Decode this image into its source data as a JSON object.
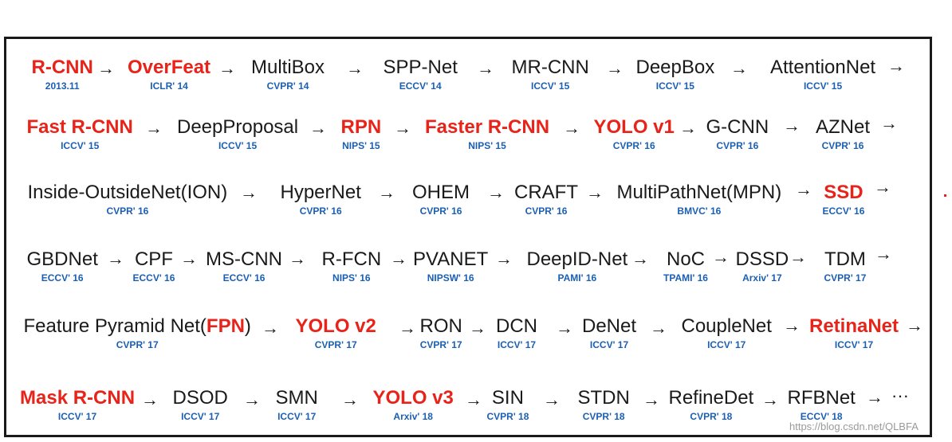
{
  "rows": [
    [
      {
        "name": "R-CNN",
        "venue": "2013.11",
        "hl": true
      },
      {
        "name": "OverFeat",
        "venue": "ICLR' 14",
        "hl": true
      },
      {
        "name": "MultiBox",
        "venue": "CVPR' 14"
      },
      {
        "name": "SPP-Net",
        "venue": "ECCV' 14"
      },
      {
        "name": "MR-CNN",
        "venue": "ICCV' 15"
      },
      {
        "name": "DeepBox",
        "venue": "ICCV' 15"
      },
      {
        "name": "AttentionNet",
        "venue": "ICCV' 15"
      }
    ],
    [
      {
        "name": "Fast R-CNN",
        "venue": "ICCV' 15",
        "hl": true
      },
      {
        "name": "DeepProposal",
        "venue": "ICCV' 15"
      },
      {
        "name": "RPN",
        "venue": "NIPS' 15",
        "hl": true
      },
      {
        "name": "Faster R-CNN",
        "venue": "NIPS' 15",
        "hl": true
      },
      {
        "name": "YOLO v1",
        "venue": "CVPR' 16",
        "hl": true
      },
      {
        "name": "G-CNN",
        "venue": "CVPR' 16"
      },
      {
        "name": "AZNet",
        "venue": "CVPR' 16"
      }
    ],
    [
      {
        "name": "Inside-OutsideNet(ION)",
        "venue": "CVPR' 16"
      },
      {
        "name": "HyperNet",
        "venue": "CVPR' 16"
      },
      {
        "name": "OHEM",
        "venue": "CVPR' 16"
      },
      {
        "name": "CRAFT",
        "venue": "CVPR' 16"
      },
      {
        "name": "MultiPathNet(MPN)",
        "venue": "BMVC' 16"
      },
      {
        "name": "SSD",
        "venue": "ECCV' 16",
        "hl": true
      }
    ],
    [
      {
        "name": "GBDNet",
        "venue": "ECCV' 16"
      },
      {
        "name": "CPF",
        "venue": "ECCV' 16"
      },
      {
        "name": "MS-CNN",
        "venue": "ECCV' 16"
      },
      {
        "name": "R-FCN",
        "venue": "NIPS' 16"
      },
      {
        "name": "PVANET",
        "venue": "NIPSW' 16"
      },
      {
        "name": "DeepID-Net",
        "venue": "PAMI' 16"
      },
      {
        "name": "NoC",
        "venue": "TPAMI' 16"
      },
      {
        "name": "DSSD",
        "venue": "Arxiv' 17"
      },
      {
        "name": "TDM",
        "venue": "CVPR' 17"
      }
    ],
    [
      {
        "name": "Feature Pyramid Net(FPN)",
        "venue": "CVPR' 17",
        "hl_part": "FPN"
      },
      {
        "name": "YOLO v2",
        "venue": "CVPR' 17",
        "hl": true
      },
      {
        "name": "RON",
        "venue": "CVPR' 17"
      },
      {
        "name": "DCN",
        "venue": "ICCV' 17"
      },
      {
        "name": "DeNet",
        "venue": "ICCV' 17"
      },
      {
        "name": "CoupleNet",
        "venue": "ICCV' 17"
      },
      {
        "name": "RetinaNet",
        "venue": "ICCV' 17",
        "hl": true
      }
    ],
    [
      {
        "name": "Mask R-CNN",
        "venue": "ICCV' 17",
        "hl": true
      },
      {
        "name": "DSOD",
        "venue": "ICCV' 17"
      },
      {
        "name": "SMN",
        "venue": "ICCV' 17"
      },
      {
        "name": "YOLO v3",
        "venue": "Arxiv' 18",
        "hl": true
      },
      {
        "name": "SIN",
        "venue": "CVPR' 18"
      },
      {
        "name": "STDN",
        "venue": "CVPR' 18"
      },
      {
        "name": "RefineDet",
        "venue": "CVPR' 18"
      },
      {
        "name": "RFBNet",
        "venue": "ECCV' 18"
      }
    ]
  ],
  "arrow_glyph": "→",
  "ellipsis": "···",
  "watermark": "https://blog.csdn.net/QLBFA",
  "colors": {
    "highlight": "#e8231a",
    "venue": "#1a5fb4",
    "text": "#1a1a1a"
  }
}
